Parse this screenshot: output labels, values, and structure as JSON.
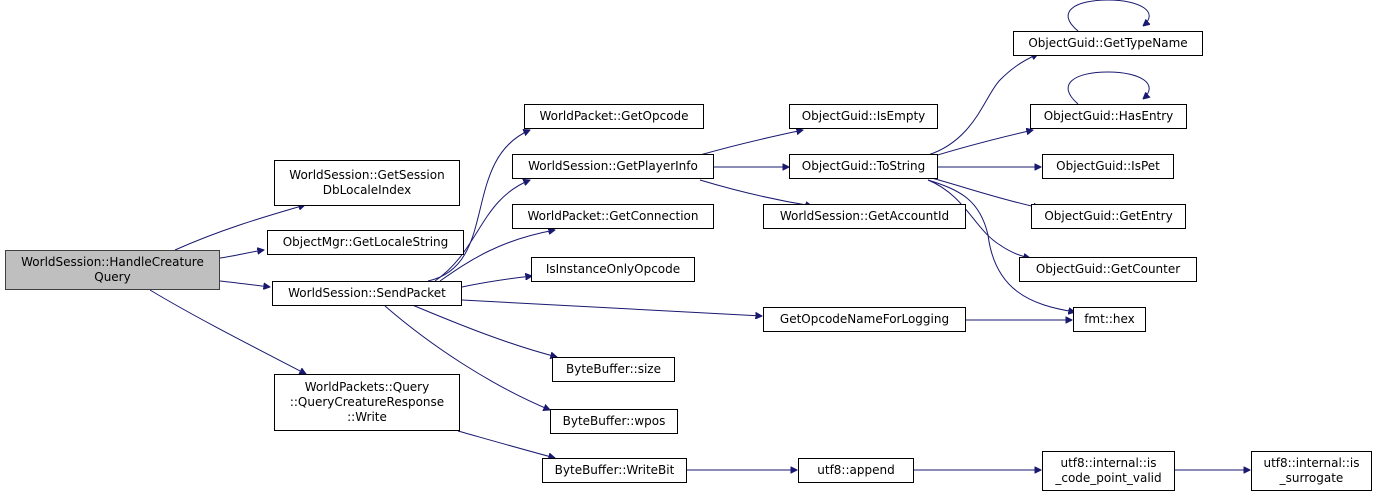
{
  "graph": {
    "edge_color": "#191970",
    "node_fill": "#ffffff",
    "root_fill": "#bfbfbf",
    "nodes": {
      "root": "WorldSession::HandleCreature\nQuery",
      "ws_getsessiondblocaleindex": "WorldSession::GetSession\nDbLocaleIndex",
      "objmgr_getlocalestring": "ObjectMgr::GetLocaleString",
      "ws_sendpacket": "WorldSession::SendPacket",
      "wp_query_write": "WorldPackets::Query\n::QueryCreatureResponse\n::Write",
      "wp_getopcode": "WorldPacket::GetOpcode",
      "ws_getplayerinfo": "WorldSession::GetPlayerInfo",
      "wp_getconnection": "WorldPacket::GetConnection",
      "isinstanceonlyopcode": "IsInstanceOnlyOpcode",
      "getopcodenameforlogging": "GetOpcodeNameForLogging",
      "bb_size": "ByteBuffer::size",
      "bb_wpos": "ByteBuffer::wpos",
      "bb_writebit": "ByteBuffer::WriteBit",
      "og_isempty": "ObjectGuid::IsEmpty",
      "og_tostring": "ObjectGuid::ToString",
      "ws_getaccountid": "WorldSession::GetAccountId",
      "utf8_append": "utf8::append",
      "og_gettypename": "ObjectGuid::GetTypeName",
      "og_hasentry": "ObjectGuid::HasEntry",
      "og_ispet": "ObjectGuid::IsPet",
      "og_getentry": "ObjectGuid::GetEntry",
      "og_getcounter": "ObjectGuid::GetCounter",
      "fmt_hex": "fmt::hex",
      "utf8_is_code_point_valid": "utf8::internal::is\n_code_point_valid",
      "utf8_is_surrogate": "utf8::internal::is\n_surrogate"
    }
  }
}
